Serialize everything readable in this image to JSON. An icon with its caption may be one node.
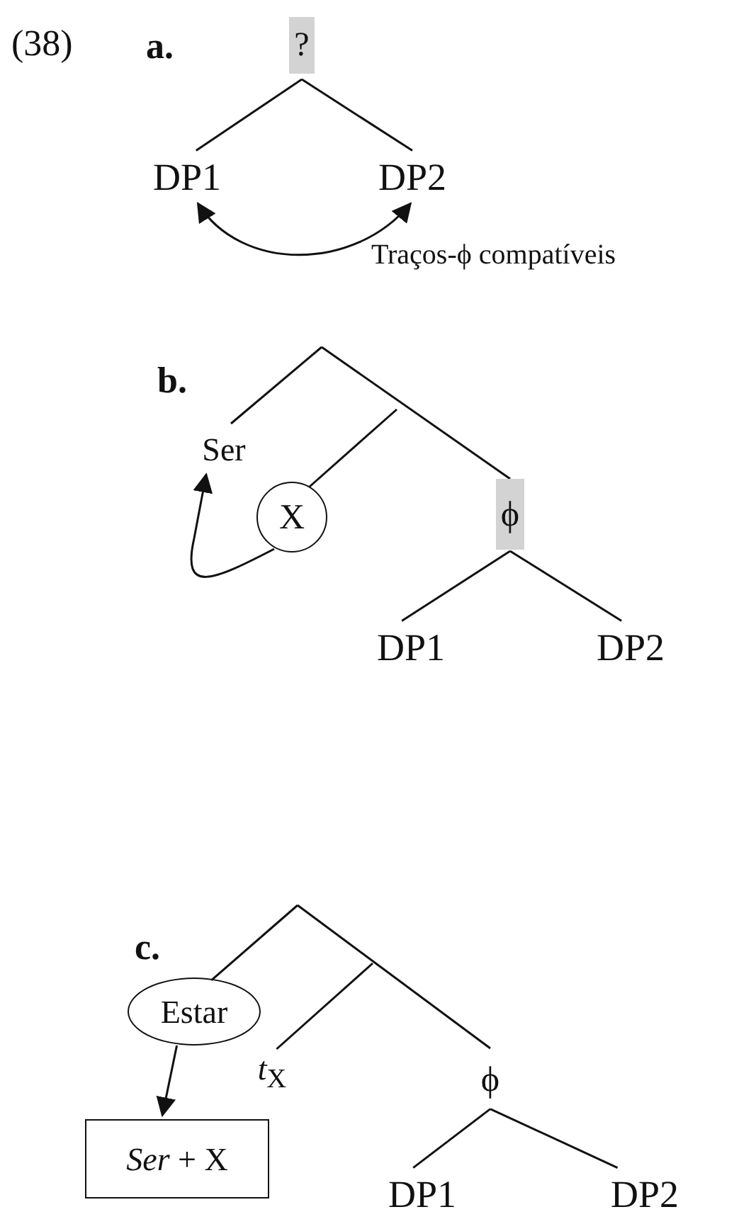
{
  "diagram": {
    "nodes": [
      {
        "text": [
          "?"
        ]
      },
      {
        "text": [
          "DP1"
        ]
      },
      {
        "text": [
          "DP2"
        ]
      },
      {
        "text": [
          "Ser"
        ]
      },
      {
        "text": [
          "X"
        ]
      },
      {
        "text": [
          "ϕ"
        ]
      },
      {
        "text": [
          "DP1"
        ]
      },
      {
        "text": [
          "DP2"
        ]
      },
      {
        "text": [
          "Estar"
        ]
      },
      {
        "text": [
          "*t*$_{X}$"
        ]
      },
      {
        "text": [
          "ϕ"
        ]
      },
      {
        "text": [
          "DP1"
        ]
      },
      {
        "text": [
          "DP2"
        ]
      },
      {
        "text": [
          "*Ser* + X"
        ]
      }
    ],
    "edges": [
      {
        "from": 0,
        "to": 1,
        "arrow": "none"
      },
      {
        "from": 0,
        "to": 2,
        "arrow": "none"
      },
      {
        "from": 1,
        "to": 2,
        "arrow": "both",
        "label": "Traços-ϕ compatíveis"
      },
      {
        "from": null,
        "to": 3,
        "arrow": "none"
      },
      {
        "from": null,
        "to": 4,
        "arrow": "none"
      },
      {
        "from": null,
        "to": 5,
        "arrow": "none"
      },
      {
        "from": 4,
        "to": 3,
        "arrow": "to"
      },
      {
        "from": 5,
        "to": 6,
        "arrow": "none"
      },
      {
        "from": 5,
        "to": 7,
        "arrow": "none"
      },
      {
        "from": null,
        "to": 8,
        "arrow": "none"
      },
      {
        "from": null,
        "to": 9,
        "arrow": "none"
      },
      {
        "from": null,
        "to": 10,
        "arrow": "none"
      },
      {
        "from": 10,
        "to": 11,
        "arrow": "none"
      },
      {
        "from": 10,
        "to": 12,
        "arrow": "none"
      },
      {
        "from": 8,
        "to": 13,
        "arrow": "to"
      }
    ],
    "labels": [
      "(38)",
      "a.",
      "b.",
      "c."
    ]
  }
}
